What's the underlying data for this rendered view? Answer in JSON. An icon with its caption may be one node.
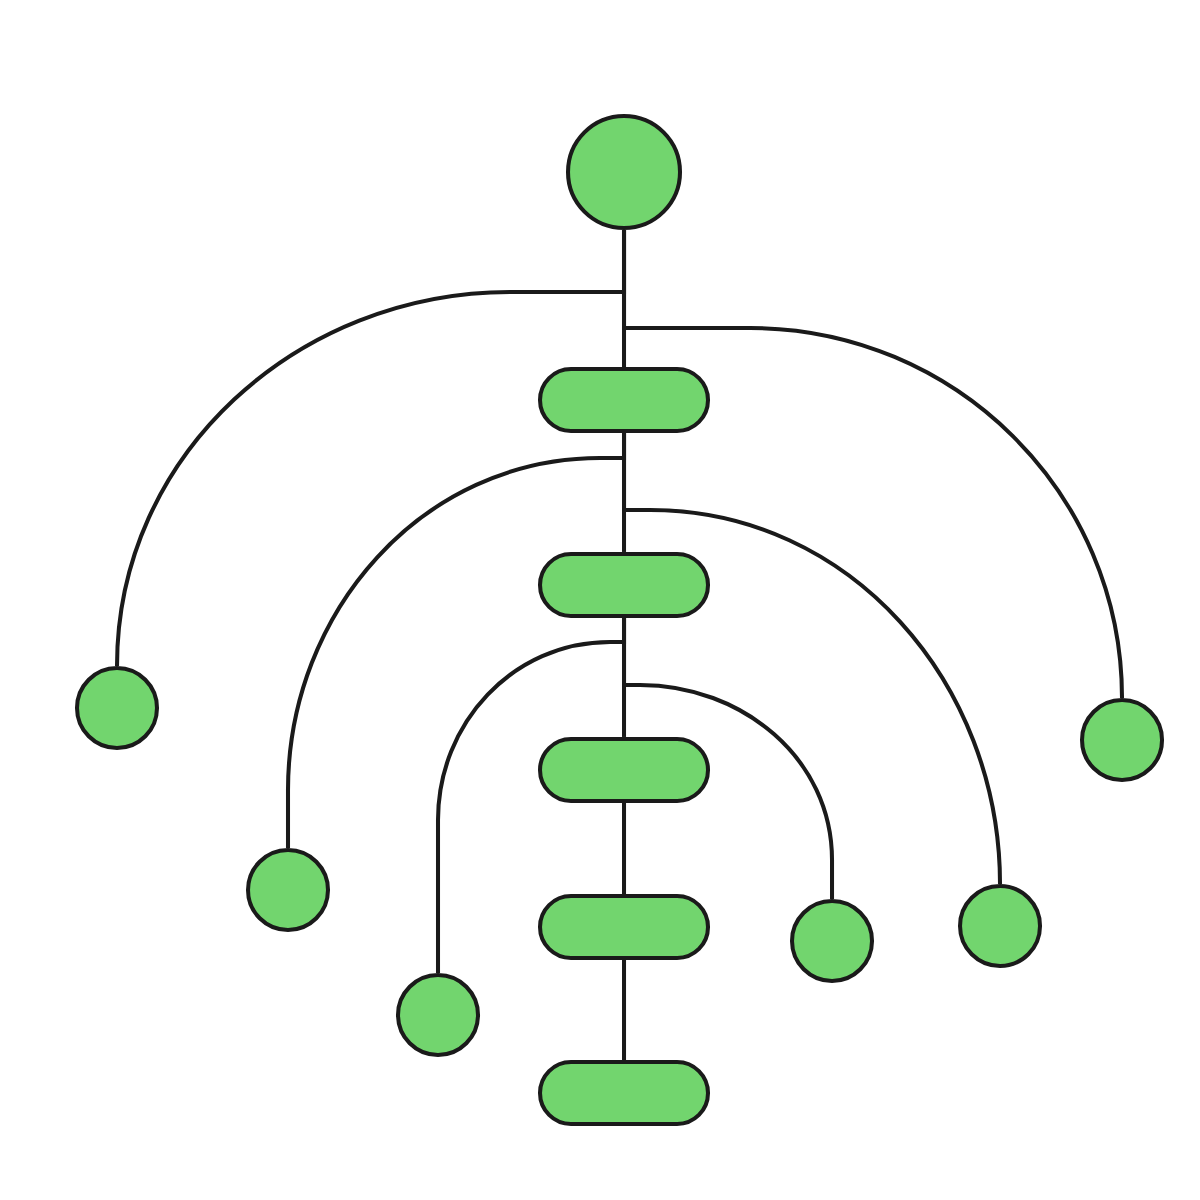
{
  "diagram": {
    "nodes": [
      {
        "text": [],
        "shape": "circle"
      },
      {
        "text": [],
        "shape": "box"
      },
      {
        "text": [],
        "shape": "box"
      },
      {
        "text": [],
        "shape": "box"
      },
      {
        "text": [],
        "shape": "box"
      },
      {
        "text": [],
        "shape": "box"
      },
      {
        "text": [],
        "shape": "circle"
      },
      {
        "text": [],
        "shape": "circle"
      },
      {
        "text": [],
        "shape": "circle"
      },
      {
        "text": [],
        "shape": "circle"
      },
      {
        "text": [],
        "shape": "circle"
      },
      {
        "text": [],
        "shape": "circle"
      }
    ],
    "edges": [
      {
        "from": 0,
        "to": 1,
        "arrow": "none"
      },
      {
        "from": 1,
        "to": 2,
        "arrow": "none"
      },
      {
        "from": 2,
        "to": 3,
        "arrow": "none"
      },
      {
        "from": 3,
        "to": 4,
        "arrow": "none"
      },
      {
        "from": 4,
        "to": 5,
        "arrow": "none"
      },
      {
        "from": 0,
        "to": 6,
        "arrow": "none"
      },
      {
        "from": 0,
        "to": 11,
        "arrow": "none"
      },
      {
        "from": 1,
        "to": 7,
        "arrow": "none"
      },
      {
        "from": 1,
        "to": 10,
        "arrow": "none"
      },
      {
        "from": 2,
        "to": 8,
        "arrow": "none"
      },
      {
        "from": 2,
        "to": 9,
        "arrow": "none"
      }
    ]
  }
}
